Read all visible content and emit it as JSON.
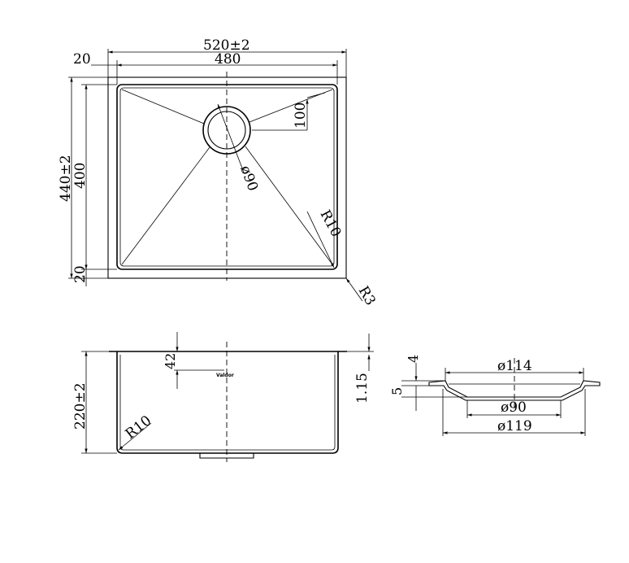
{
  "top_view": {
    "overall_width": "520±2",
    "inner_width": "480",
    "side_margin": "20",
    "overall_depth": "440±2",
    "inner_depth": "400",
    "bottom_margin": "20",
    "drain_offset": "100",
    "drain_diameter": "ø90",
    "inner_radius": "R10",
    "outer_radius": "R3"
  },
  "front_view": {
    "height": "220±2",
    "flange_offset": "42",
    "thickness": "1.15",
    "bottom_radius": "R10",
    "logo_text": "Valdor"
  },
  "drain_detail": {
    "flange_thickness": "4",
    "step_height": "5",
    "top_diameter": "ø114",
    "bottom_diameter": "ø90",
    "outer_diameter": "ø119"
  }
}
